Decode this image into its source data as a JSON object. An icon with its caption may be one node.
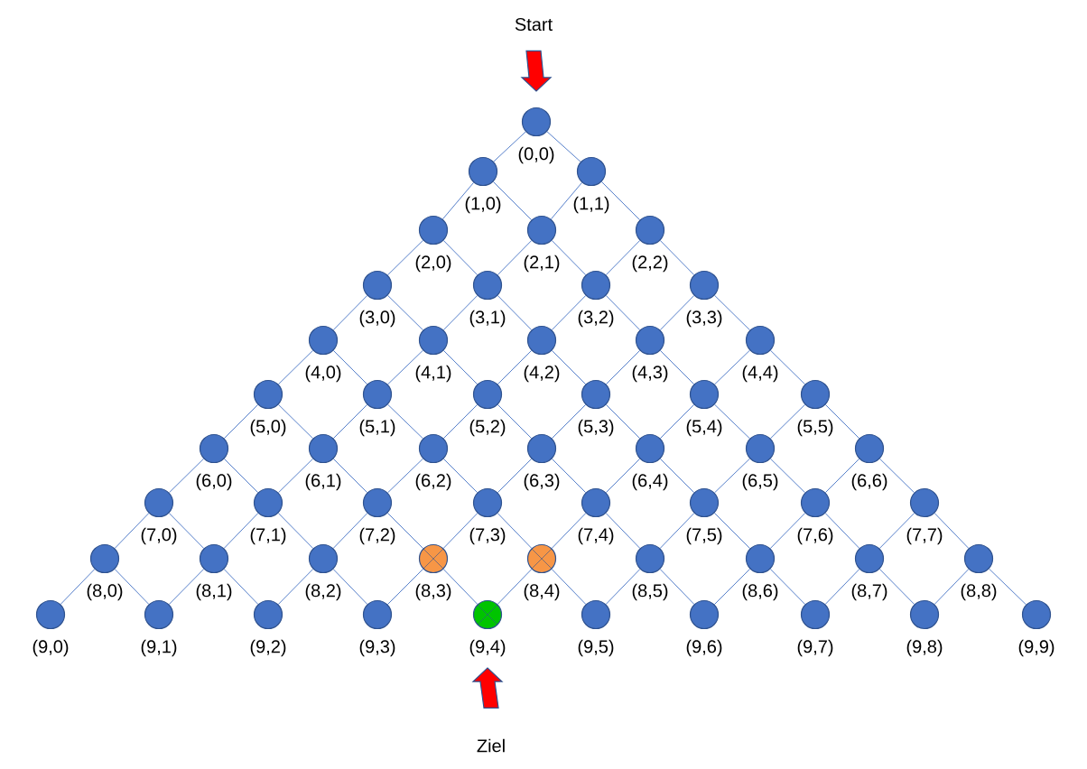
{
  "diagram": {
    "nodes": [
      {
        "text": [
          "Start"
        ]
      },
      {
        "text": [],
        "shape": "circle",
        "beside": [
          "(0,0)"
        ]
      },
      {
        "text": [],
        "shape": "circle",
        "beside": [
          "(1,0)"
        ]
      },
      {
        "text": [],
        "shape": "circle",
        "beside": [
          "(1,1)"
        ]
      },
      {
        "text": [],
        "shape": "circle",
        "beside": [
          "(2,0)"
        ]
      },
      {
        "text": [],
        "shape": "circle",
        "beside": [
          "(2,1)"
        ]
      },
      {
        "text": [],
        "shape": "circle",
        "beside": [
          "(2,2)"
        ]
      },
      {
        "text": [],
        "shape": "circle",
        "beside": [
          "(3,0)"
        ]
      },
      {
        "text": [],
        "shape": "circle",
        "beside": [
          "(3,1)"
        ]
      },
      {
        "text": [],
        "shape": "circle",
        "beside": [
          "(3,2)"
        ]
      },
      {
        "text": [],
        "shape": "circle",
        "beside": [
          "(3,3)"
        ]
      },
      {
        "text": [],
        "shape": "circle",
        "beside": [
          "(4,0)"
        ]
      },
      {
        "text": [],
        "shape": "circle",
        "beside": [
          "(4,1)"
        ]
      },
      {
        "text": [],
        "shape": "circle",
        "beside": [
          "(4,2)"
        ]
      },
      {
        "text": [],
        "shape": "circle",
        "beside": [
          "(4,3)"
        ]
      },
      {
        "text": [],
        "shape": "circle",
        "beside": [
          "(4,4)"
        ]
      },
      {
        "text": [],
        "shape": "circle",
        "beside": [
          "(5,0)"
        ]
      },
      {
        "text": [],
        "shape": "circle",
        "beside": [
          "(5,1)"
        ]
      },
      {
        "text": [],
        "shape": "circle",
        "beside": [
          "(5,2)"
        ]
      },
      {
        "text": [],
        "shape": "circle",
        "beside": [
          "(5,3)"
        ]
      },
      {
        "text": [],
        "shape": "circle",
        "beside": [
          "(5,4)"
        ]
      },
      {
        "text": [],
        "shape": "circle",
        "beside": [
          "(5,5)"
        ]
      },
      {
        "text": [],
        "shape": "circle",
        "beside": [
          "(6,0)"
        ]
      },
      {
        "text": [],
        "shape": "circle",
        "beside": [
          "(6,1)"
        ]
      },
      {
        "text": [],
        "shape": "circle",
        "beside": [
          "(6,2)"
        ]
      },
      {
        "text": [],
        "shape": "circle",
        "beside": [
          "(6,3)"
        ]
      },
      {
        "text": [],
        "shape": "circle",
        "beside": [
          "(6,4)"
        ]
      },
      {
        "text": [],
        "shape": "circle",
        "beside": [
          "(6,5)"
        ]
      },
      {
        "text": [],
        "shape": "circle",
        "beside": [
          "(6,6)"
        ]
      },
      {
        "text": [],
        "shape": "circle",
        "beside": [
          "(7,0)"
        ]
      },
      {
        "text": [],
        "shape": "circle",
        "beside": [
          "(7,1)"
        ]
      },
      {
        "text": [],
        "shape": "circle",
        "beside": [
          "(7,2)"
        ]
      },
      {
        "text": [],
        "shape": "circle",
        "beside": [
          "(7,3)"
        ]
      },
      {
        "text": [],
        "shape": "circle",
        "beside": [
          "(7,4)"
        ]
      },
      {
        "text": [],
        "shape": "circle",
        "beside": [
          "(7,5)"
        ]
      },
      {
        "text": [],
        "shape": "circle",
        "beside": [
          "(7,6)"
        ]
      },
      {
        "text": [],
        "shape": "circle",
        "beside": [
          "(7,7)"
        ]
      },
      {
        "text": [],
        "shape": "circle",
        "beside": [
          "(8,0)"
        ]
      },
      {
        "text": [],
        "shape": "circle",
        "beside": [
          "(8,1)"
        ]
      },
      {
        "text": [],
        "shape": "circle",
        "beside": [
          "(8,2)"
        ]
      },
      {
        "text": [],
        "shape": "circle",
        "beside": [
          "(8,3)"
        ]
      },
      {
        "text": [],
        "shape": "circle",
        "beside": [
          "(8,4)"
        ]
      },
      {
        "text": [],
        "shape": "circle",
        "beside": [
          "(8,5)"
        ]
      },
      {
        "text": [],
        "shape": "circle",
        "beside": [
          "(8,6)"
        ]
      },
      {
        "text": [],
        "shape": "circle",
        "beside": [
          "(8,7)"
        ]
      },
      {
        "text": [],
        "shape": "circle",
        "beside": [
          "(8,8)"
        ]
      },
      {
        "text": [],
        "shape": "circle",
        "beside": [
          "(9,0)"
        ]
      },
      {
        "text": [],
        "shape": "circle",
        "beside": [
          "(9,1)"
        ]
      },
      {
        "text": [],
        "shape": "circle",
        "beside": [
          "(9,2)"
        ]
      },
      {
        "text": [],
        "shape": "circle",
        "beside": [
          "(9,3)"
        ]
      },
      {
        "text": [],
        "shape": "circle",
        "beside": [
          "(9,4)"
        ]
      },
      {
        "text": [],
        "shape": "circle",
        "beside": [
          "(9,5)"
        ]
      },
      {
        "text": [],
        "shape": "circle",
        "beside": [
          "(9,6)"
        ]
      },
      {
        "text": [],
        "shape": "circle",
        "beside": [
          "(9,7)"
        ]
      },
      {
        "text": [],
        "shape": "circle",
        "beside": [
          "(9,8)"
        ]
      },
      {
        "text": [],
        "shape": "circle",
        "beside": [
          "(9,9)"
        ]
      },
      {
        "text": [
          "Ziel"
        ]
      }
    ],
    "edges": [
      {
        "from": 0,
        "to": 1,
        "arrow": "to",
        "style": "thick",
        "color": "#ff0000"
      },
      {
        "from": 1,
        "to": 2,
        "arrow": "none"
      },
      {
        "from": 1,
        "to": 3,
        "arrow": "none"
      },
      {
        "from": 2,
        "to": 4,
        "arrow": "none"
      },
      {
        "from": 2,
        "to": 5,
        "arrow": "none"
      },
      {
        "from": 3,
        "to": 5,
        "arrow": "none"
      },
      {
        "from": 3,
        "to": 6,
        "arrow": "none"
      },
      {
        "from": 4,
        "to": 7,
        "arrow": "none"
      },
      {
        "from": 4,
        "to": 8,
        "arrow": "none"
      },
      {
        "from": 5,
        "to": 8,
        "arrow": "none"
      },
      {
        "from": 5,
        "to": 9,
        "arrow": "none"
      },
      {
        "from": 6,
        "to": 9,
        "arrow": "none"
      },
      {
        "from": 6,
        "to": 10,
        "arrow": "none"
      },
      {
        "from": 7,
        "to": 11,
        "arrow": "none"
      },
      {
        "from": 7,
        "to": 12,
        "arrow": "none"
      },
      {
        "from": 8,
        "to": 12,
        "arrow": "none"
      },
      {
        "from": 8,
        "to": 13,
        "arrow": "none"
      },
      {
        "from": 9,
        "to": 13,
        "arrow": "none"
      },
      {
        "from": 9,
        "to": 14,
        "arrow": "none"
      },
      {
        "from": 10,
        "to": 14,
        "arrow": "none"
      },
      {
        "from": 10,
        "to": 15,
        "arrow": "none"
      },
      {
        "from": 11,
        "to": 16,
        "arrow": "none"
      },
      {
        "from": 11,
        "to": 17,
        "arrow": "none"
      },
      {
        "from": 12,
        "to": 17,
        "arrow": "none"
      },
      {
        "from": 12,
        "to": 18,
        "arrow": "none"
      },
      {
        "from": 13,
        "to": 18,
        "arrow": "none"
      },
      {
        "from": 13,
        "to": 19,
        "arrow": "none"
      },
      {
        "from": 14,
        "to": 19,
        "arrow": "none"
      },
      {
        "from": 14,
        "to": 20,
        "arrow": "none"
      },
      {
        "from": 15,
        "to": 20,
        "arrow": "none"
      },
      {
        "from": 15,
        "to": 21,
        "arrow": "none"
      },
      {
        "from": 16,
        "to": 22,
        "arrow": "none"
      },
      {
        "from": 16,
        "to": 23,
        "arrow": "none"
      },
      {
        "from": 17,
        "to": 23,
        "arrow": "none"
      },
      {
        "from": 17,
        "to": 24,
        "arrow": "none"
      },
      {
        "from": 18,
        "to": 24,
        "arrow": "none"
      },
      {
        "from": 18,
        "to": 25,
        "arrow": "none"
      },
      {
        "from": 19,
        "to": 25,
        "arrow": "none"
      },
      {
        "from": 19,
        "to": 26,
        "arrow": "none"
      },
      {
        "from": 20,
        "to": 26,
        "arrow": "none"
      },
      {
        "from": 20,
        "to": 27,
        "arrow": "none"
      },
      {
        "from": 21,
        "to": 27,
        "arrow": "none"
      },
      {
        "from": 21,
        "to": 28,
        "arrow": "none"
      },
      {
        "from": 22,
        "to": 29,
        "arrow": "none"
      },
      {
        "from": 22,
        "to": 30,
        "arrow": "none"
      },
      {
        "from": 23,
        "to": 30,
        "arrow": "none"
      },
      {
        "from": 23,
        "to": 31,
        "arrow": "none"
      },
      {
        "from": 24,
        "to": 31,
        "arrow": "none"
      },
      {
        "from": 24,
        "to": 32,
        "arrow": "none"
      },
      {
        "from": 25,
        "to": 32,
        "arrow": "none"
      },
      {
        "from": 25,
        "to": 33,
        "arrow": "none"
      },
      {
        "from": 26,
        "to": 33,
        "arrow": "none"
      },
      {
        "from": 26,
        "to": 34,
        "arrow": "none"
      },
      {
        "from": 27,
        "to": 34,
        "arrow": "none"
      },
      {
        "from": 27,
        "to": 35,
        "arrow": "none"
      },
      {
        "from": 28,
        "to": 35,
        "arrow": "none"
      },
      {
        "from": 28,
        "to": 36,
        "arrow": "none"
      },
      {
        "from": 29,
        "to": 37,
        "arrow": "none"
      },
      {
        "from": 29,
        "to": 38,
        "arrow": "none"
      },
      {
        "from": 30,
        "to": 38,
        "arrow": "none"
      },
      {
        "from": 30,
        "to": 39,
        "arrow": "none"
      },
      {
        "from": 31,
        "to": 39,
        "arrow": "none"
      },
      {
        "from": 31,
        "to": 40,
        "arrow": "none"
      },
      {
        "from": 32,
        "to": 40,
        "arrow": "none"
      },
      {
        "from": 32,
        "to": 41,
        "arrow": "none"
      },
      {
        "from": 33,
        "to": 41,
        "arrow": "none"
      },
      {
        "from": 33,
        "to": 42,
        "arrow": "none"
      },
      {
        "from": 34,
        "to": 42,
        "arrow": "none"
      },
      {
        "from": 34,
        "to": 43,
        "arrow": "none"
      },
      {
        "from": 35,
        "to": 43,
        "arrow": "none"
      },
      {
        "from": 35,
        "to": 44,
        "arrow": "none"
      },
      {
        "from": 36,
        "to": 44,
        "arrow": "none"
      },
      {
        "from": 36,
        "to": 45,
        "arrow": "none"
      },
      {
        "from": 37,
        "to": 46,
        "arrow": "none"
      },
      {
        "from": 37,
        "to": 47,
        "arrow": "none"
      },
      {
        "from": 38,
        "to": 47,
        "arrow": "none"
      },
      {
        "from": 38,
        "to": 48,
        "arrow": "none"
      },
      {
        "from": 39,
        "to": 48,
        "arrow": "none"
      },
      {
        "from": 39,
        "to": 49,
        "arrow": "none"
      },
      {
        "from": 40,
        "to": 49,
        "arrow": "none"
      },
      {
        "from": 40,
        "to": 50,
        "arrow": "none"
      },
      {
        "from": 41,
        "to": 50,
        "arrow": "none"
      },
      {
        "from": 41,
        "to": 51,
        "arrow": "none"
      },
      {
        "from": 42,
        "to": 51,
        "arrow": "none"
      },
      {
        "from": 42,
        "to": 52,
        "arrow": "none"
      },
      {
        "from": 43,
        "to": 52,
        "arrow": "none"
      },
      {
        "from": 43,
        "to": 53,
        "arrow": "none"
      },
      {
        "from": 44,
        "to": 53,
        "arrow": "none"
      },
      {
        "from": 44,
        "to": 54,
        "arrow": "none"
      },
      {
        "from": 45,
        "to": 54,
        "arrow": "none"
      },
      {
        "from": 45,
        "to": 55,
        "arrow": "none"
      },
      {
        "from": 56,
        "to": 50,
        "arrow": "to",
        "style": "thick",
        "color": "#ff0000"
      }
    ]
  }
}
